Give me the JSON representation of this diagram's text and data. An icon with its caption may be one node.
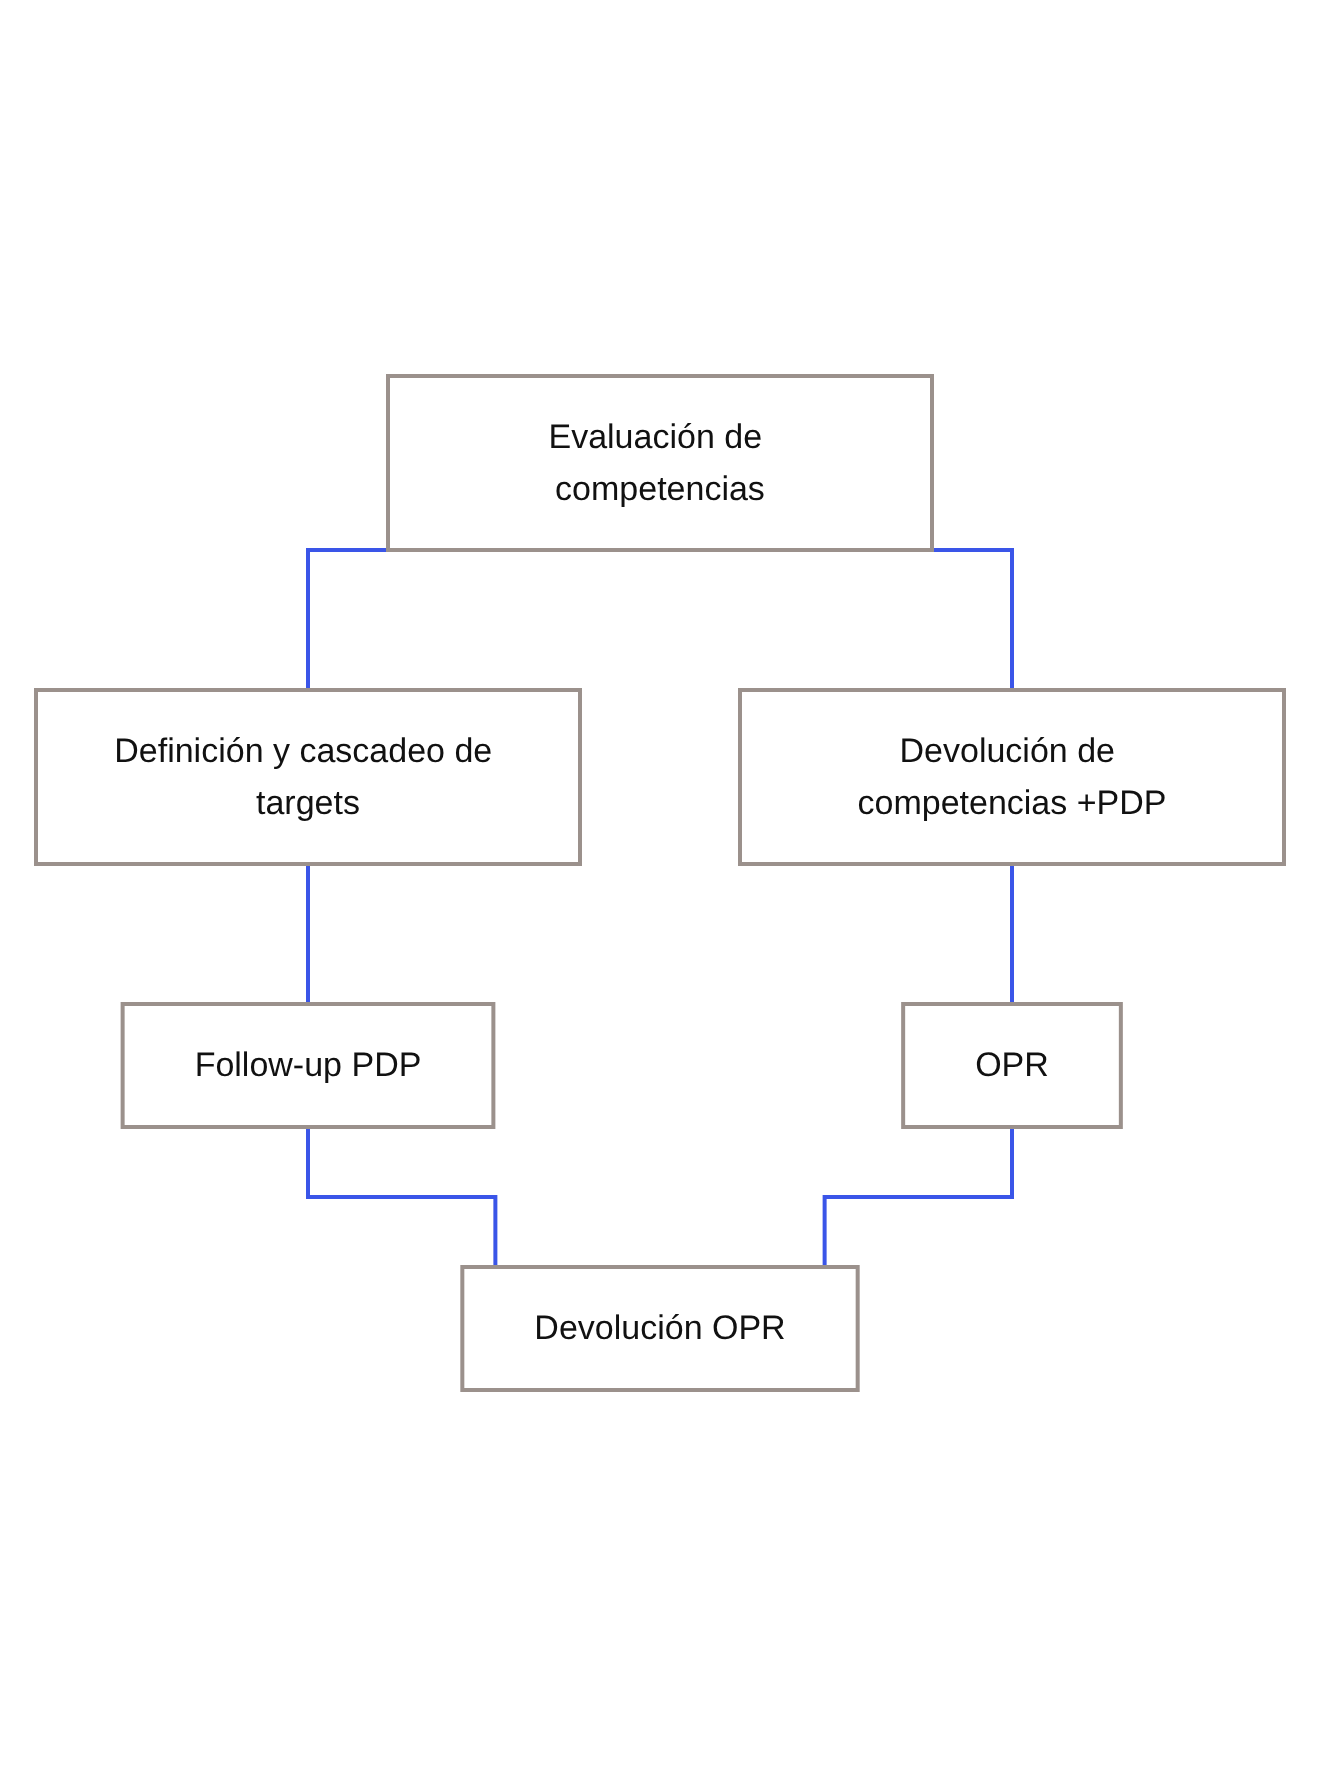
{
  "diagram": {
    "nodes": [
      {
        "text": [
          "Evaluación de competencias"
        ]
      },
      {
        "text": [
          "Definición y cascadeo de targets"
        ]
      },
      {
        "text": [
          "Devolución de competencias +PDP"
        ]
      },
      {
        "text": [
          "Follow-up PDP"
        ]
      },
      {
        "text": [
          "OPR"
        ]
      },
      {
        "text": [
          "Devolución OPR"
        ]
      }
    ],
    "edges": [
      {
        "from": 0,
        "to": 1,
        "arrow": "none"
      },
      {
        "from": 0,
        "to": 2,
        "arrow": "none"
      },
      {
        "from": 1,
        "to": 3,
        "arrow": "none"
      },
      {
        "from": 2,
        "to": 4,
        "arrow": "none"
      },
      {
        "from": 3,
        "to": 5,
        "arrow": "none"
      },
      {
        "from": 4,
        "to": 5,
        "arrow": "none"
      }
    ]
  }
}
